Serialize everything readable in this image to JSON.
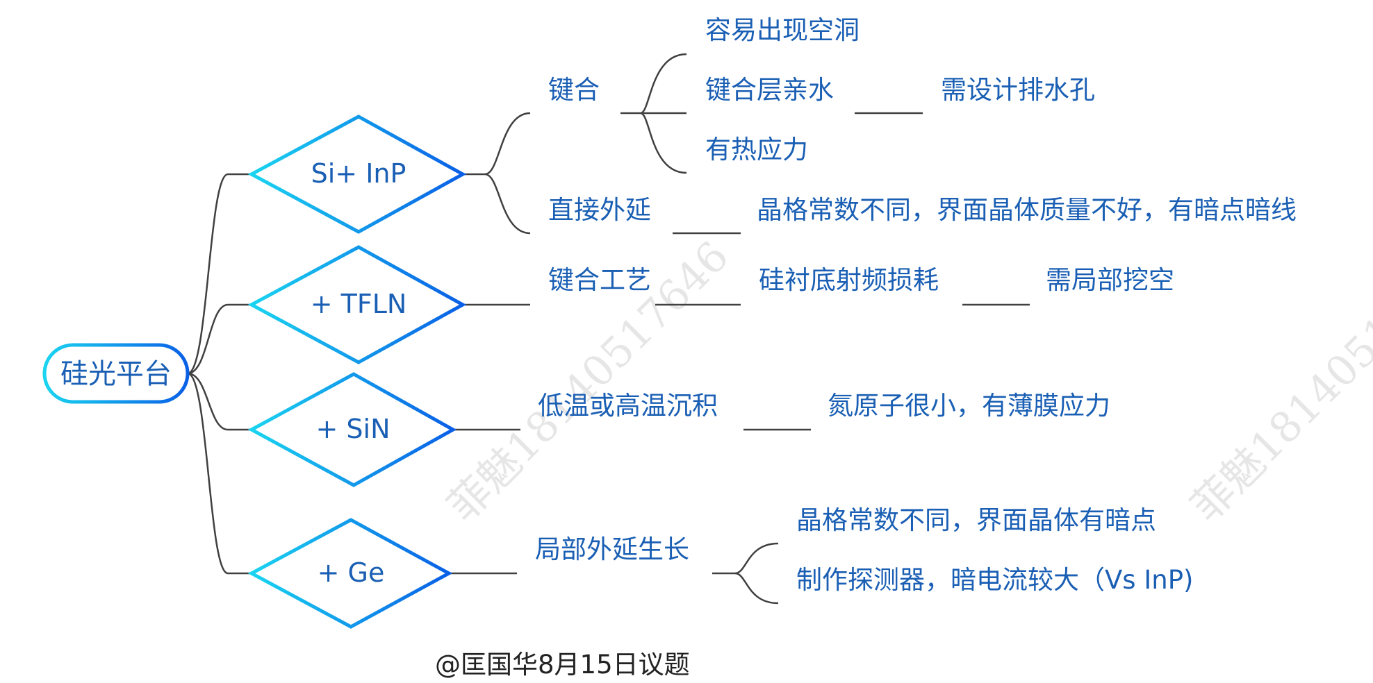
{
  "root": "硅光平台",
  "branches": [
    {
      "label": "Si+ InP",
      "children": [
        {
          "label": "键合",
          "children": [
            {
              "label": "容易出现空洞"
            },
            {
              "label": "键合层亲水",
              "children": [
                {
                  "label": "需设计排水孔"
                }
              ]
            },
            {
              "label": "有热应力"
            }
          ]
        },
        {
          "label": "直接外延",
          "children": [
            {
              "label": "晶格常数不同，界面晶体质量不好，有暗点暗线"
            }
          ]
        }
      ]
    },
    {
      "label": "+ TFLN",
      "children": [
        {
          "label": "键合工艺",
          "children": [
            {
              "label": "硅衬底射频损耗",
              "children": [
                {
                  "label": "需局部挖空"
                }
              ]
            }
          ]
        }
      ]
    },
    {
      "label": "+ SiN",
      "children": [
        {
          "label": "低温或高温沉积",
          "children": [
            {
              "label": "氮原子很小，有薄膜应力"
            }
          ]
        }
      ]
    },
    {
      "label": "+ Ge",
      "children": [
        {
          "label": "局部外延生长",
          "children": [
            {
              "label": "晶格常数不同，界面晶体有暗点"
            },
            {
              "label": "制作探测器，暗电流较大（Vs InP)"
            }
          ]
        }
      ]
    }
  ],
  "credit": "@匡国华8月15日议题",
  "watermark": "菲魅18140517646",
  "colors": {
    "gradient_start": "#1ad4f0",
    "gradient_end": "#0a5fe6",
    "text": "#1a5fb4",
    "edge": "#404040"
  }
}
